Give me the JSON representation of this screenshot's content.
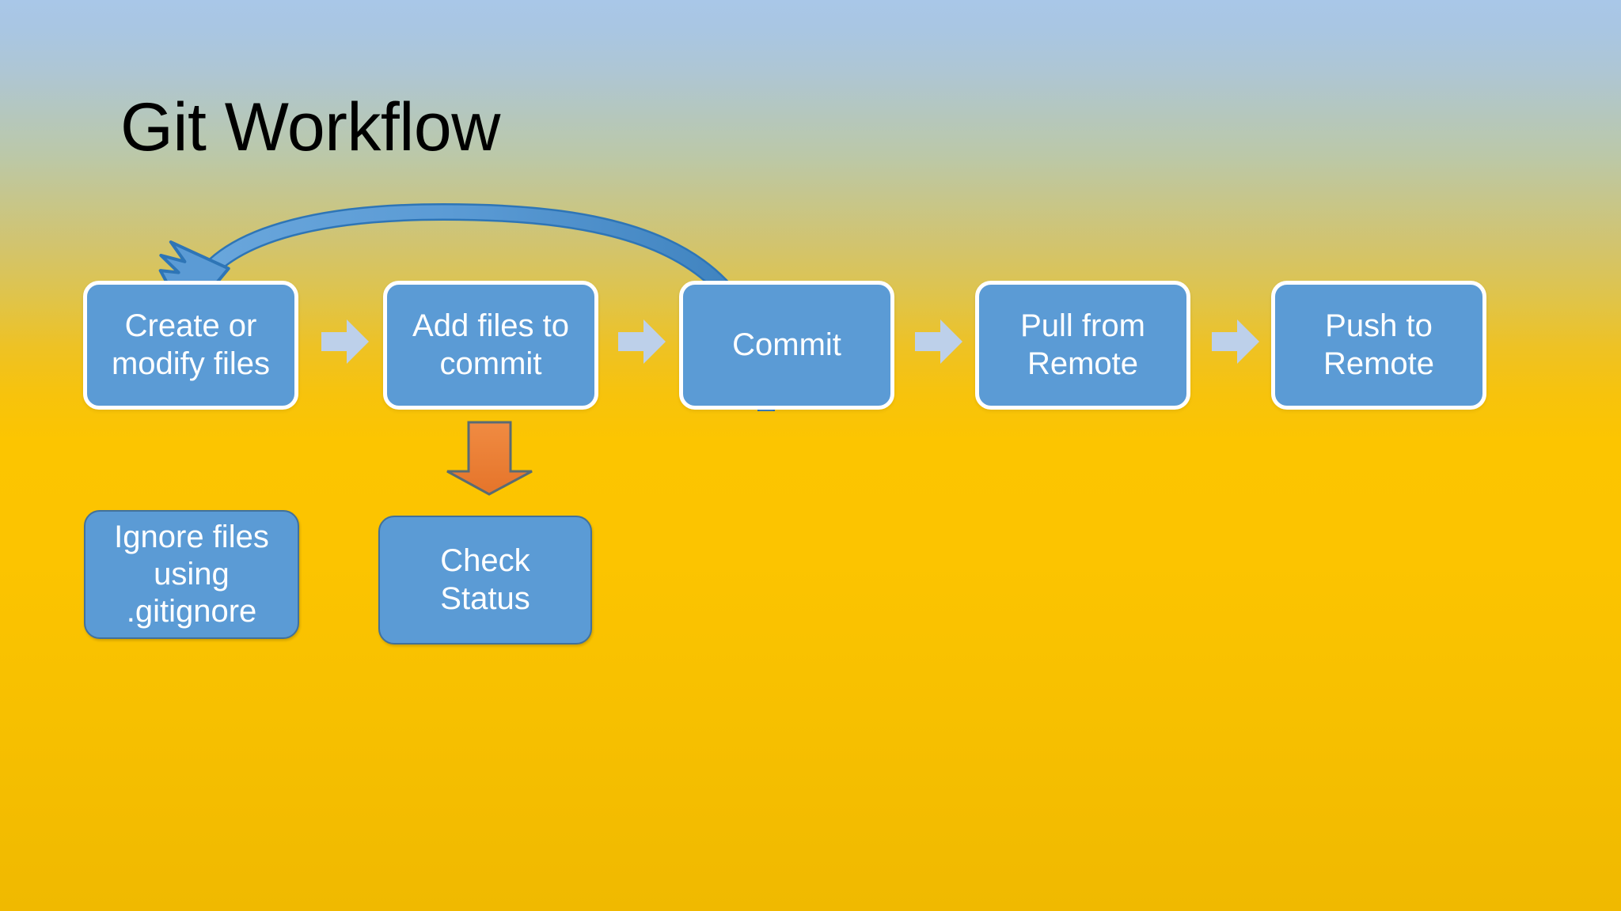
{
  "slide": {
    "title": "Git Workflow",
    "background": {
      "top_color": "#a9c7e8",
      "mid_color": "#c6c68c",
      "bottom_color": "#fcc400"
    }
  },
  "theme": {
    "box_fill": "#5b9bd5",
    "box_text": "#ffffff",
    "box_border_top": "#ffffff",
    "box_border_bottom": "#41719c",
    "chevron_fill": "#bdd0ea",
    "curved_arrow_fill": "#5b9bd5",
    "curved_arrow_stroke": "#2e75b6",
    "orange_arrow_fill": "#ed7d31",
    "orange_arrow_stroke": "#5a6b73"
  },
  "flow": {
    "top_row": [
      {
        "id": "create-modify",
        "label": "Create or\nmodify files"
      },
      {
        "id": "add-files",
        "label": "Add files to\ncommit"
      },
      {
        "id": "commit",
        "label": "Commit"
      },
      {
        "id": "pull-remote",
        "label": "Pull from\nRemote"
      },
      {
        "id": "push-remote",
        "label": "Push to\nRemote"
      }
    ],
    "bottom_row": [
      {
        "id": "gitignore",
        "label": "Ignore files\nusing\n.gitignore"
      },
      {
        "id": "check-status",
        "label": "Check\nStatus"
      }
    ],
    "connectors": {
      "chevrons": 4,
      "loop_arrow": {
        "from": "commit",
        "to": "create-modify"
      },
      "down_arrow": {
        "from": "add-files",
        "to": "check-status"
      }
    }
  }
}
